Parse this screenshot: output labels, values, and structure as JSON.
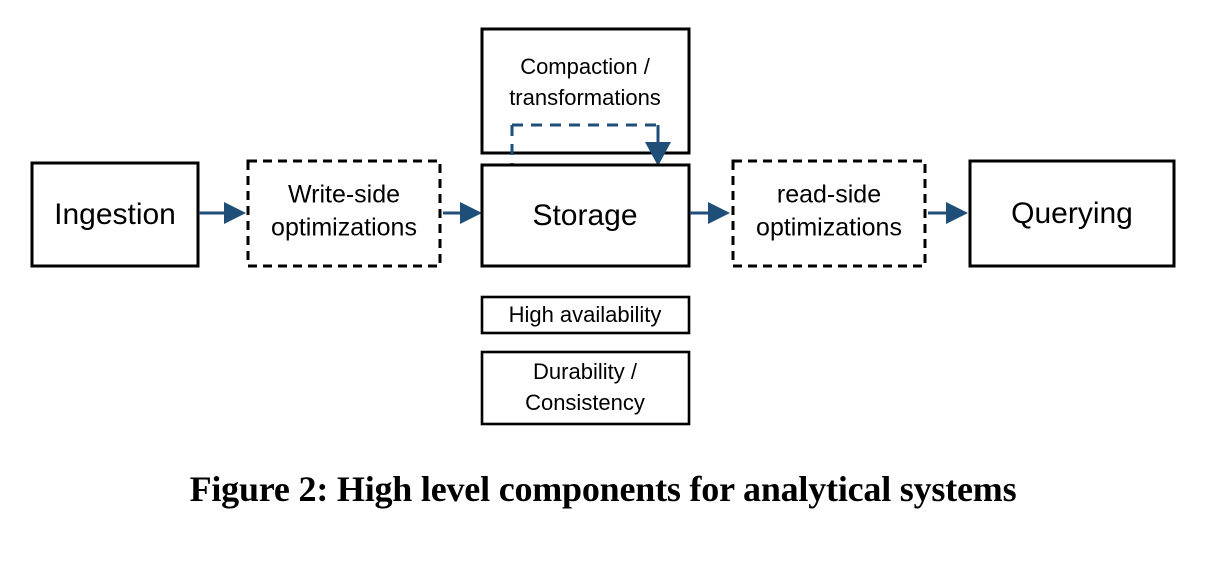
{
  "figure": {
    "caption": "Figure 2: High level components for analytical systems",
    "background_color": "#ffffff",
    "arrow_color": "#1f4e79",
    "box_border_color": "#000000",
    "text_color": "#000000"
  },
  "nodes": {
    "ingestion": {
      "label": "Ingestion",
      "border": "solid"
    },
    "write_side": {
      "label_line1": "Write-side",
      "label_line2": "optimizations",
      "border": "dashed"
    },
    "storage": {
      "label": "Storage",
      "border": "solid"
    },
    "read_side": {
      "label_line1": "read-side",
      "label_line2": "optimizations",
      "border": "dashed"
    },
    "querying": {
      "label": "Querying",
      "border": "solid"
    },
    "compaction": {
      "label_line1": "Compaction /",
      "label_line2": "transformations",
      "border": "solid"
    },
    "high_availability": {
      "label": "High availability",
      "border": "solid"
    },
    "durability": {
      "label_line1": "Durability /",
      "label_line2": "Consistency",
      "border": "solid"
    }
  },
  "connectors": [
    {
      "name": "ingestion-to-write-side",
      "from": "ingestion",
      "to": "write_side",
      "style": "solid-arrow",
      "direction": "right"
    },
    {
      "name": "write-side-to-storage",
      "from": "write_side",
      "to": "storage",
      "style": "solid-arrow",
      "direction": "right"
    },
    {
      "name": "storage-to-read-side",
      "from": "storage",
      "to": "read_side",
      "style": "solid-arrow",
      "direction": "right"
    },
    {
      "name": "read-side-to-querying",
      "from": "read_side",
      "to": "querying",
      "style": "solid-arrow",
      "direction": "right"
    },
    {
      "name": "storage-to-compaction",
      "from": "storage",
      "to": "compaction",
      "style": "dashed-line",
      "direction": "up"
    },
    {
      "name": "compaction-to-storage",
      "from": "compaction",
      "to": "storage",
      "style": "solid-arrow",
      "direction": "down"
    }
  ]
}
